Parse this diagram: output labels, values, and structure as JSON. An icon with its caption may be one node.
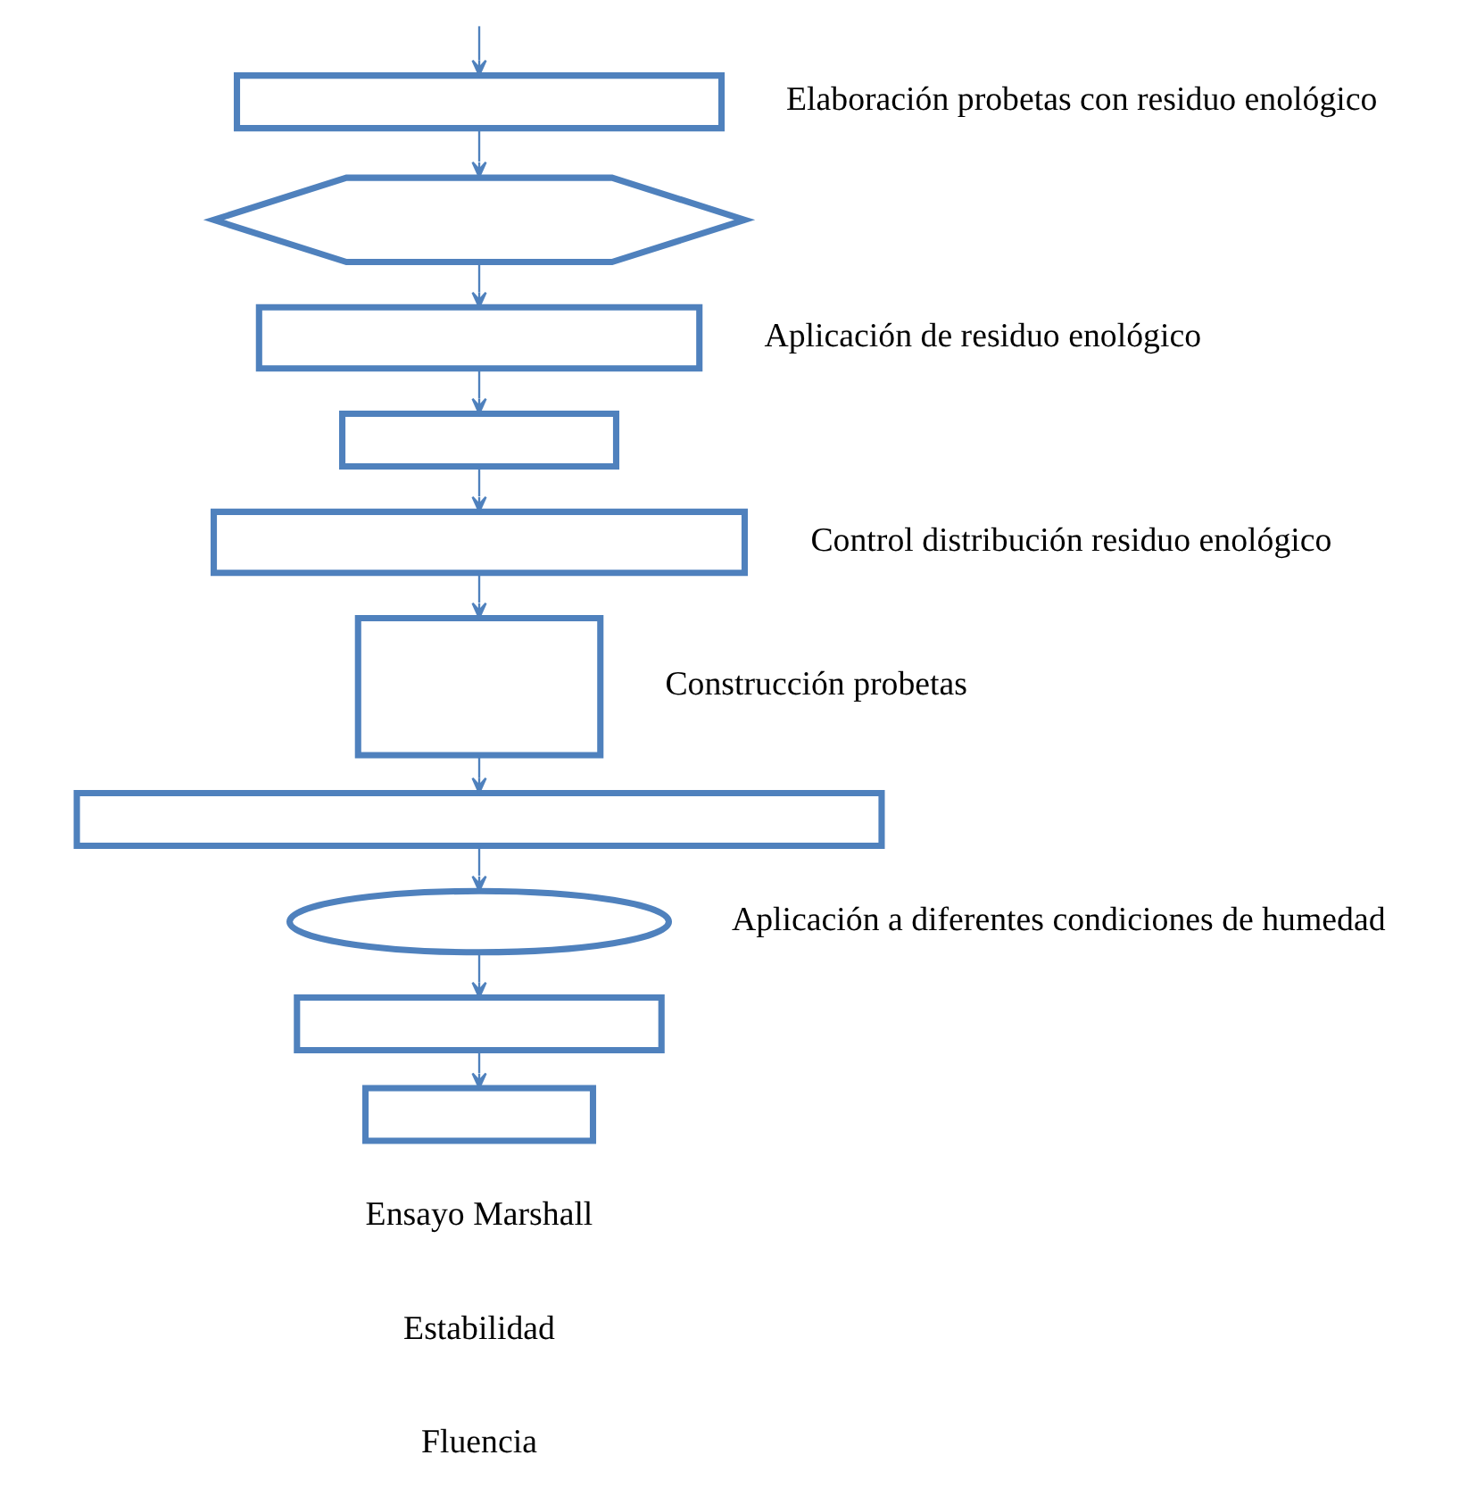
{
  "diagram": {
    "nodes": [
      {
        "text": [],
        "shape": "box"
      },
      {
        "text": [],
        "shape": "hexagon"
      },
      {
        "text": [],
        "shape": "box"
      },
      {
        "text": [],
        "shape": "box"
      },
      {
        "text": [],
        "shape": "box"
      },
      {
        "text": [],
        "shape": "box"
      },
      {
        "text": [],
        "shape": "box"
      },
      {
        "text": [],
        "shape": "ellipse"
      },
      {
        "text": [],
        "shape": "box"
      },
      {
        "text": [],
        "shape": "box"
      }
    ],
    "edges": [
      {
        "from": null,
        "to": 0,
        "arrow": "to"
      },
      {
        "from": 0,
        "to": 1,
        "arrow": "to"
      },
      {
        "from": 1,
        "to": 2,
        "arrow": "to"
      },
      {
        "from": 2,
        "to": 3,
        "arrow": "to"
      },
      {
        "from": 3,
        "to": 4,
        "arrow": "to"
      },
      {
        "from": 4,
        "to": 5,
        "arrow": "to"
      },
      {
        "from": 5,
        "to": 6,
        "arrow": "to"
      },
      {
        "from": 6,
        "to": 7,
        "arrow": "to"
      },
      {
        "from": 7,
        "to": 8,
        "arrow": "to"
      },
      {
        "from": 8,
        "to": 9,
        "arrow": "to"
      }
    ],
    "labels": [
      "Elaboración probetas con residuo enológico",
      "Aplicación de residuo enológico",
      "Control distribución residuo enológico",
      "Construcción probetas",
      "Aplicación a diferentes condiciones de humedad",
      "Ensayo Marshall",
      "Estabilidad",
      "Fluencia"
    ]
  }
}
